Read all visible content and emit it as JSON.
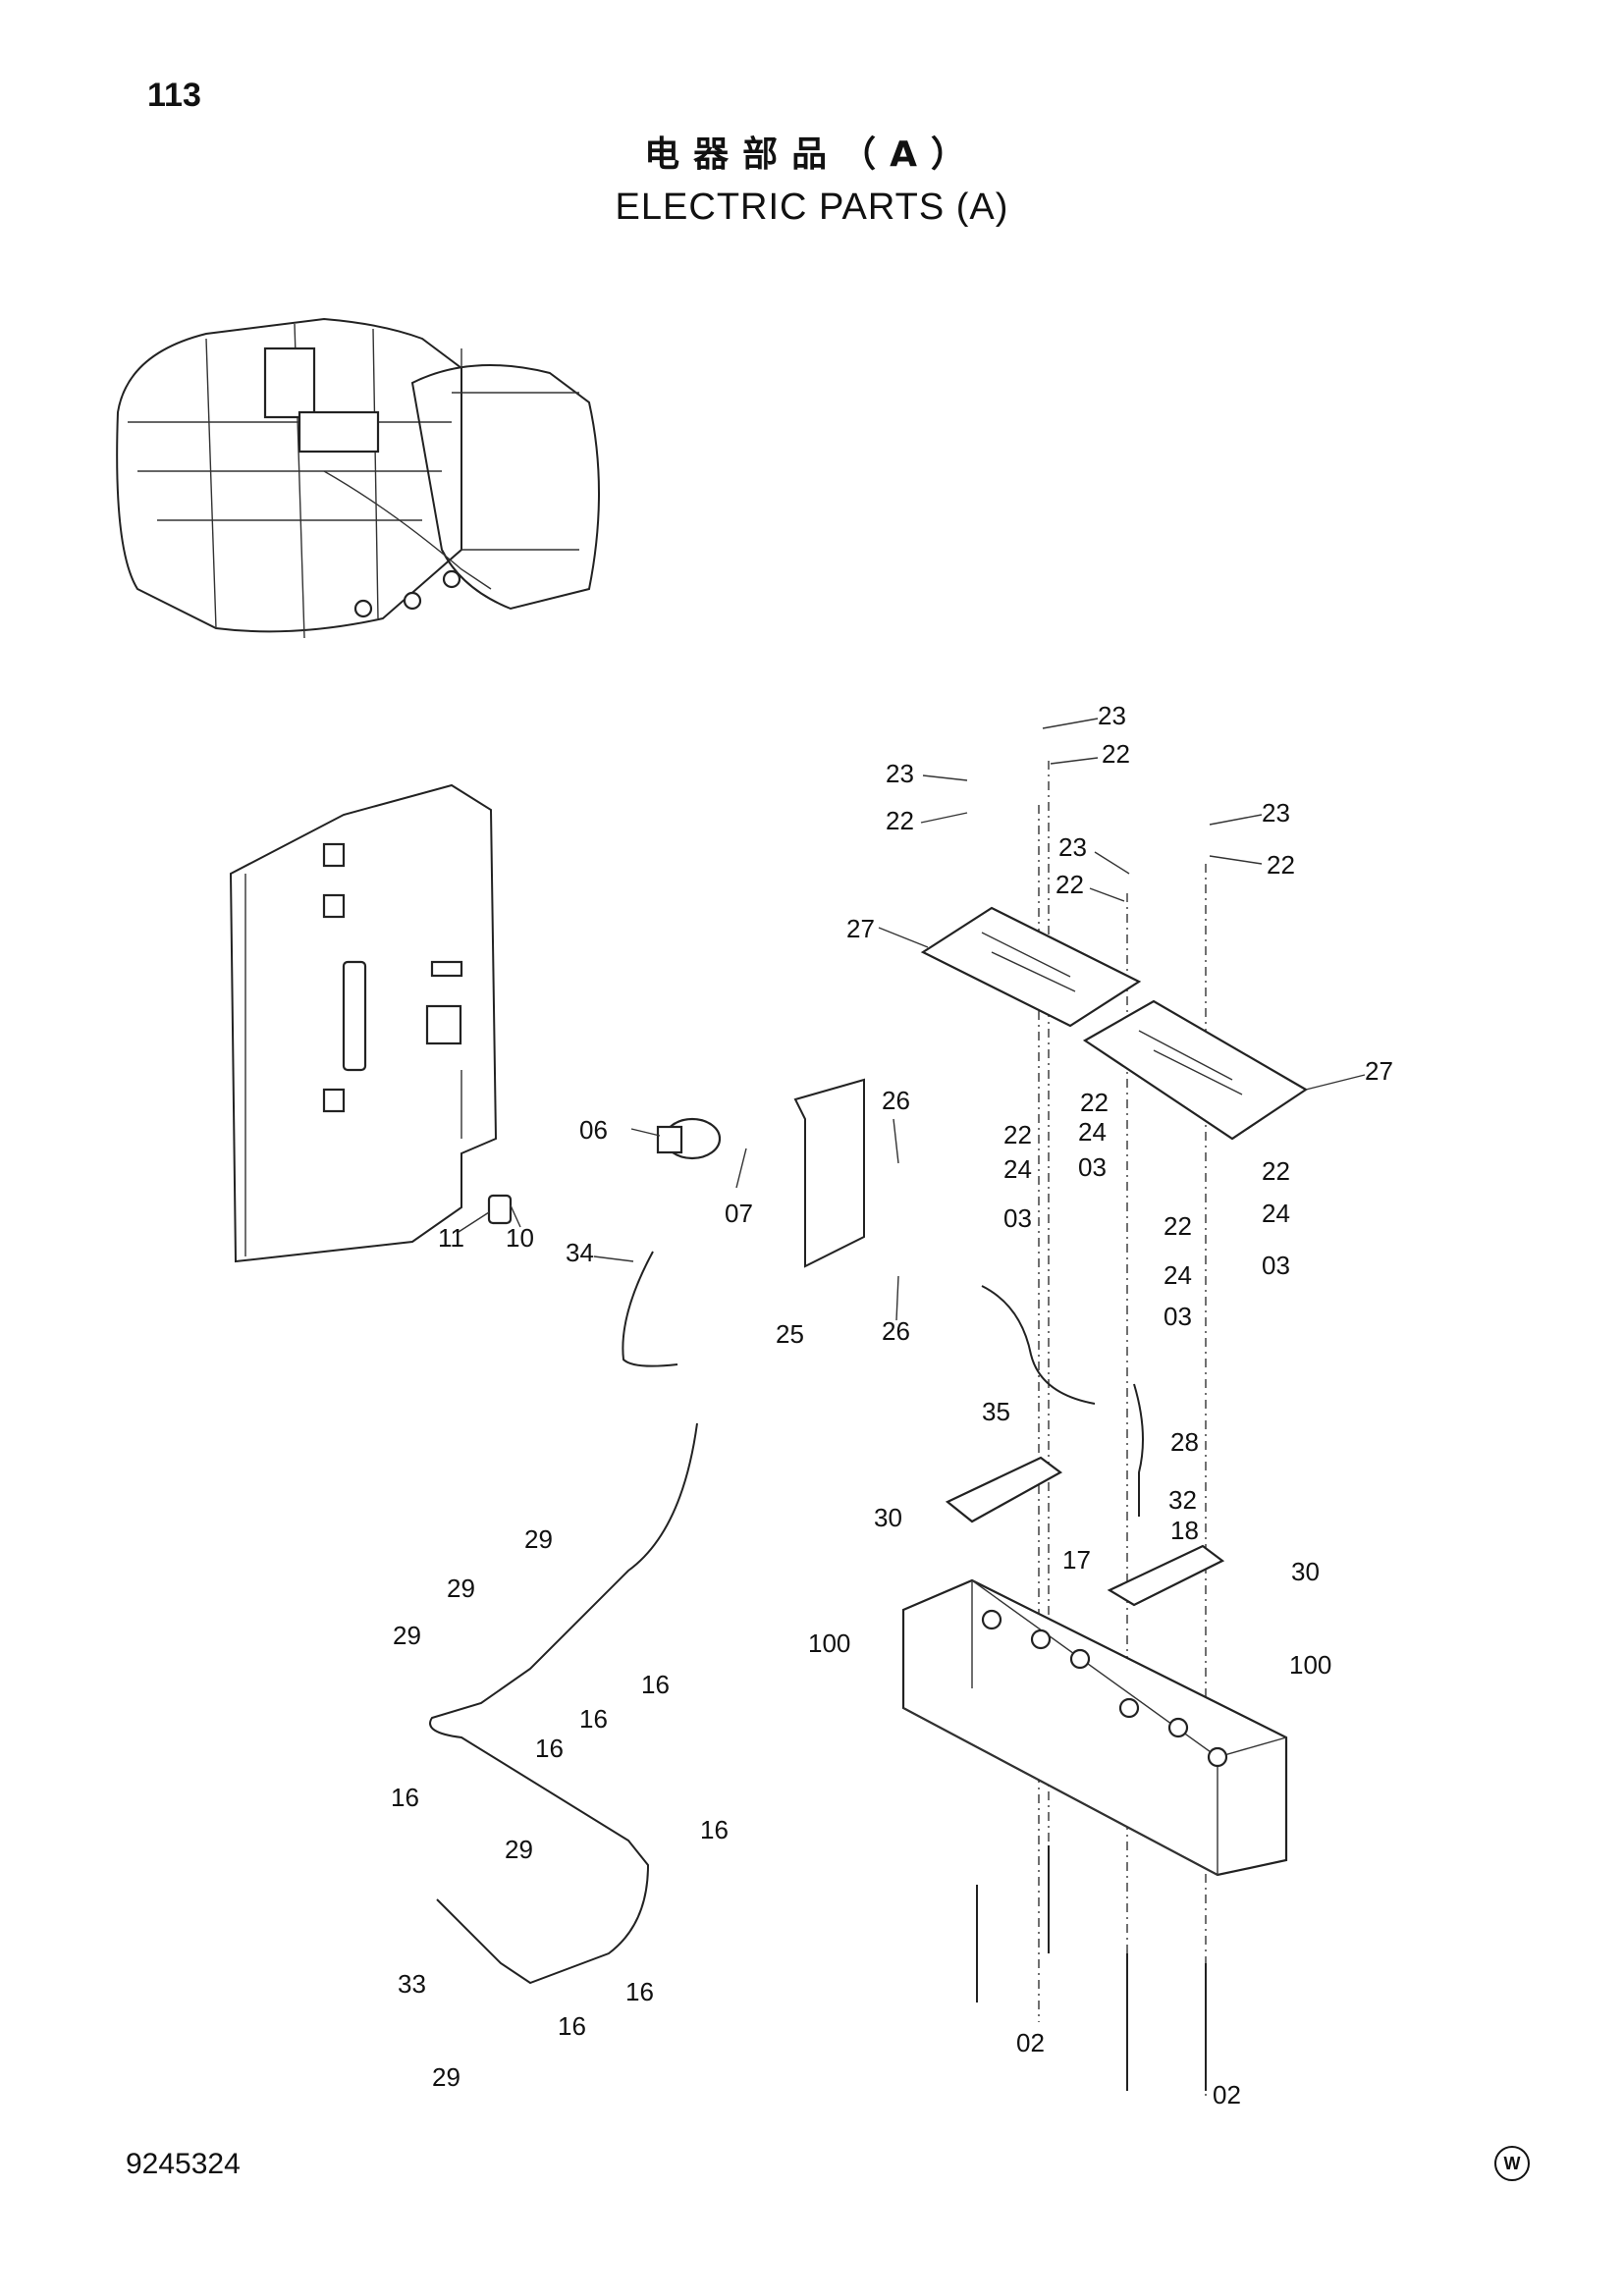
{
  "header": {
    "page_number": "113",
    "title_cn": "电器部品（A）",
    "title_en": "ELECTRIC PARTS (A)"
  },
  "footer": {
    "drawing_code": "9245324",
    "mark": "W"
  },
  "callouts": [
    {
      "id": "c23a",
      "text": "23"
    },
    {
      "id": "c22a",
      "text": "22"
    },
    {
      "id": "c23b",
      "text": "23"
    },
    {
      "id": "c22b",
      "text": "22"
    },
    {
      "id": "c23c",
      "text": "23"
    },
    {
      "id": "c22c",
      "text": "22"
    },
    {
      "id": "c23d",
      "text": "23"
    },
    {
      "id": "c22d",
      "text": "22"
    },
    {
      "id": "c27a",
      "text": "27"
    },
    {
      "id": "c27b",
      "text": "27"
    },
    {
      "id": "c22e",
      "text": "22"
    },
    {
      "id": "c24a",
      "text": "24"
    },
    {
      "id": "c22f",
      "text": "22"
    },
    {
      "id": "c24b",
      "text": "24"
    },
    {
      "id": "c03a",
      "text": "03"
    },
    {
      "id": "c03b",
      "text": "03"
    },
    {
      "id": "c22g",
      "text": "22"
    },
    {
      "id": "c24c",
      "text": "24"
    },
    {
      "id": "c22h",
      "text": "22"
    },
    {
      "id": "c24d",
      "text": "24"
    },
    {
      "id": "c03c",
      "text": "03"
    },
    {
      "id": "c03d",
      "text": "03"
    },
    {
      "id": "c26a",
      "text": "26"
    },
    {
      "id": "c26b",
      "text": "26"
    },
    {
      "id": "c06",
      "text": "06"
    },
    {
      "id": "c07",
      "text": "07"
    },
    {
      "id": "c25",
      "text": "25"
    },
    {
      "id": "c11",
      "text": "11"
    },
    {
      "id": "c10",
      "text": "10"
    },
    {
      "id": "c34",
      "text": "34"
    },
    {
      "id": "c35",
      "text": "35"
    },
    {
      "id": "c28",
      "text": "28"
    },
    {
      "id": "c32",
      "text": "32"
    },
    {
      "id": "c18",
      "text": "18"
    },
    {
      "id": "c17",
      "text": "17"
    },
    {
      "id": "c30a",
      "text": "30"
    },
    {
      "id": "c30b",
      "text": "30"
    },
    {
      "id": "c100a",
      "text": "100"
    },
    {
      "id": "c100b",
      "text": "100"
    },
    {
      "id": "c29a",
      "text": "29"
    },
    {
      "id": "c29b",
      "text": "29"
    },
    {
      "id": "c29c",
      "text": "29"
    },
    {
      "id": "c16a",
      "text": "16"
    },
    {
      "id": "c16b",
      "text": "16"
    },
    {
      "id": "c16c",
      "text": "16"
    },
    {
      "id": "c16d",
      "text": "16"
    },
    {
      "id": "c16e",
      "text": "16"
    },
    {
      "id": "c29d",
      "text": "29"
    },
    {
      "id": "c33",
      "text": "33"
    },
    {
      "id": "c16f",
      "text": "16"
    },
    {
      "id": "c16g",
      "text": "16"
    },
    {
      "id": "c29e",
      "text": "29"
    },
    {
      "id": "c02a",
      "text": "02"
    },
    {
      "id": "c02b",
      "text": "02"
    }
  ]
}
